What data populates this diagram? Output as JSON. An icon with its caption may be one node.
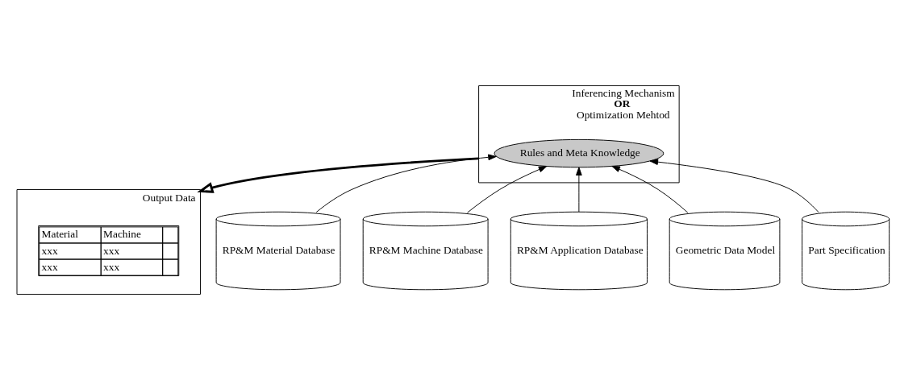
{
  "diagram": {
    "nodes": [
      {
        "text": [
          "Inferencing Mechanism",
          "OR",
          "Optimization Mehtod"
        ]
      },
      {
        "text": [
          "Rules and Meta Knowledge"
        ],
        "in": 0
      },
      {
        "text": [
          "Output Data"
        ]
      },
      {
        "text": [
          "RP&M Material Database"
        ]
      },
      {
        "text": [
          "RP&M Machine Database"
        ]
      },
      {
        "text": [
          "RP&M Application Database"
        ]
      },
      {
        "text": [
          "Geometric Data Model"
        ]
      },
      {
        "text": [
          "Part Specification"
        ]
      }
    ],
    "edges": [
      {
        "from": 0,
        "to": 2,
        "arrow": "to",
        "style": "thick"
      },
      {
        "from": 3,
        "to": 1,
        "arrow": "to"
      },
      {
        "from": 4,
        "to": 1,
        "arrow": "to"
      },
      {
        "from": 5,
        "to": 1,
        "arrow": "to"
      },
      {
        "from": 6,
        "to": 1,
        "arrow": "to"
      },
      {
        "from": 7,
        "to": 1,
        "arrow": "to"
      }
    ],
    "labels": [
      "Material",
      "Machine",
      "xxx",
      "xxx",
      "xxx",
      "xxx"
    ]
  }
}
